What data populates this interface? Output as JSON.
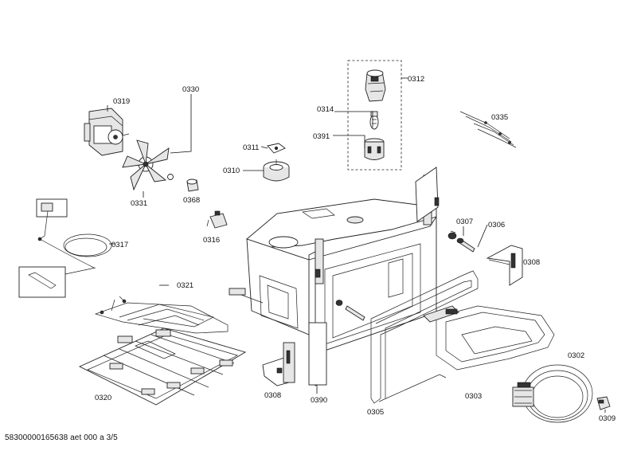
{
  "labels": {
    "p0312": "0312",
    "p0314": "0314",
    "p0391": "0391",
    "p0335": "0335",
    "p0319": "0319",
    "p0330": "0330",
    "p0311": "0311",
    "p0310": "0310",
    "p0331": "0331",
    "p0368": "0368",
    "p0317": "0317",
    "p0316": "0316",
    "p0307": "0307",
    "p0306": "0306",
    "p0308a": "0308",
    "p0321": "0321",
    "p0302": "0302",
    "p0320": "0320",
    "p0308b": "0308",
    "p0390": "0390",
    "p0305": "0305",
    "p0303": "0303",
    "p0309": "0309"
  },
  "footer": "58300000165638 aet 000 a 3/5"
}
